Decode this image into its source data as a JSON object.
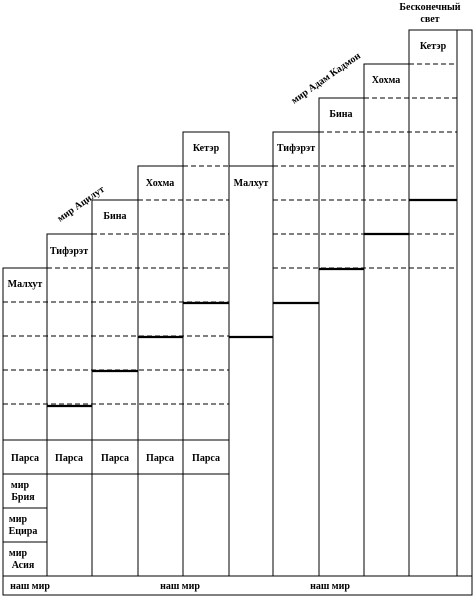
{
  "top_label": "Бесконечный свет",
  "top_label_lines": [
    "Бесконечный",
    "свет"
  ],
  "world_adam_kadmon": "мир Адам Кадмон",
  "world_atzilut": "мир Ацилут",
  "columns": [
    {
      "label": "Малхут"
    },
    {
      "label": "Тифэрэт"
    },
    {
      "label": "Бина"
    },
    {
      "label": "Хохма"
    },
    {
      "label": "Кетэр"
    },
    {
      "label": "Малхут"
    },
    {
      "label": "Тифэрэт"
    },
    {
      "label": "Бина"
    },
    {
      "label": "Хохма"
    },
    {
      "label": "Кетэр"
    }
  ],
  "parsa_labels": [
    "Парса",
    "Парса",
    "Парса",
    "Парса",
    "Парса"
  ],
  "lower_worlds": [
    {
      "lines": [
        "мир",
        "Брия"
      ]
    },
    {
      "lines": [
        "мир",
        "Ецира"
      ]
    },
    {
      "lines": [
        "мир",
        "Асия"
      ]
    }
  ],
  "bottom_labels": [
    "наш мир",
    "наш мир",
    "наш мир"
  ]
}
